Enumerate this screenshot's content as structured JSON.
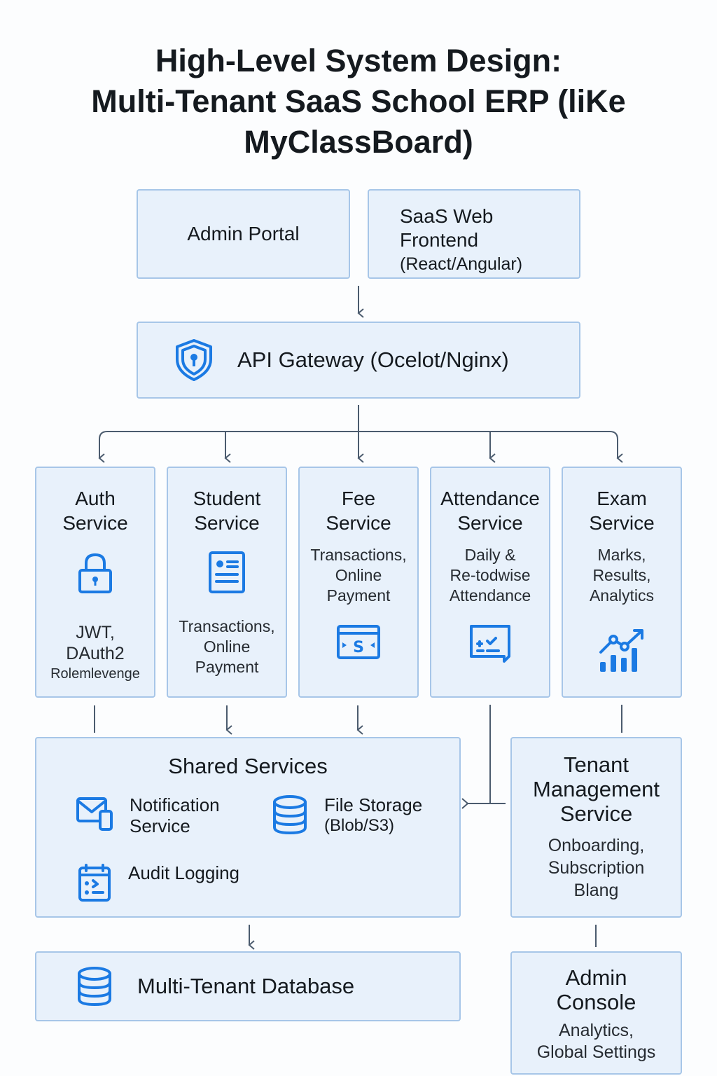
{
  "title": {
    "line1": "High-Level System Design:",
    "line2": "Multi-Tenant SaaS School ERP (liKe",
    "line3": "MyClassBoard)"
  },
  "clients": {
    "admin_portal": "Admin Portal",
    "web_frontend": [
      "SaaS Web",
      "Frontend",
      "(React/Angular)"
    ]
  },
  "gateway": {
    "label": "API Gateway",
    "detail": "(Ocelot/Nginx)",
    "icon": "shield-lock-icon"
  },
  "services": [
    {
      "title": [
        "Auth",
        "Service"
      ],
      "icon": "padlock-icon",
      "desc": [
        "JWT,",
        "DAuth2"
      ],
      "desc_small": "Rolemlevenge"
    },
    {
      "title": [
        "Student",
        "Service"
      ],
      "icon": "id-card-icon",
      "desc": [
        "Transactions,",
        "Online",
        "Payment"
      ]
    },
    {
      "title": [
        "Fee",
        "Service"
      ],
      "icon": "payment-card-icon",
      "desc": [
        "Transactions,",
        "Online",
        "Payment"
      ]
    },
    {
      "title": [
        "Attendance",
        "Service"
      ],
      "icon": "checklist-screen-icon",
      "desc": [
        "Daily &",
        "Re-todwise",
        "Attendance"
      ]
    },
    {
      "title": [
        "Exam",
        "Service"
      ],
      "icon": "growth-chart-icon",
      "desc": [
        "Marks,",
        "Results,",
        "Analytics"
      ]
    }
  ],
  "shared": {
    "title": "Shared Services",
    "items": [
      {
        "label": [
          "Notification",
          "Service"
        ],
        "icon": "mail-phone-icon"
      },
      {
        "label": [
          "File Storage",
          "(Blob/S3)"
        ],
        "icon": "database-icon"
      },
      {
        "label": [
          "Audit Logging"
        ],
        "icon": "log-clipboard-icon"
      }
    ]
  },
  "tenant": {
    "title": [
      "Tenant",
      "Management",
      "Service"
    ],
    "desc": [
      "Onboarding,",
      "Subscription",
      "Blang"
    ]
  },
  "database": {
    "label": "Multi-Tenant Database",
    "icon": "database-icon"
  },
  "admin_console": {
    "title": [
      "Admin",
      "Console"
    ],
    "desc": [
      "Analytics,",
      "Global Settings"
    ]
  },
  "colors": {
    "box_fill": "#e8f1fb",
    "box_border": "#a7c6e8",
    "icon": "#1b7ae3",
    "arrow": "#4b5b6e"
  }
}
